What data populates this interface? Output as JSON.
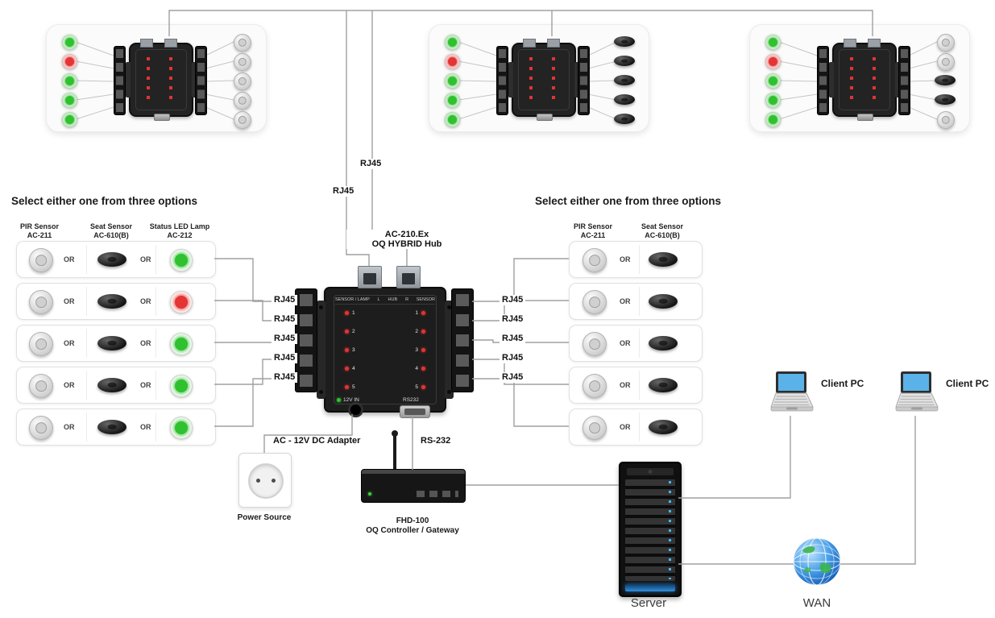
{
  "labels": {
    "rj45": "RJ45",
    "or": "OR"
  },
  "status_colors": {
    "green": "#2fc12f",
    "red": "#e43434"
  },
  "top_clusters": [
    {
      "leds": [
        "#2fc12f",
        "#e43434",
        "#2fc12f",
        "#2fc12f",
        "#2fc12f"
      ],
      "sensors": [
        "pir-dome",
        "pir-dome",
        "pir-dome",
        "pir-dome",
        "pir-dome"
      ]
    },
    {
      "leds": [
        "#2fc12f",
        "#e43434",
        "#2fc12f",
        "#2fc12f",
        "#2fc12f"
      ],
      "sensors": [
        "seat-oval",
        "seat-oval",
        "seat-oval",
        "seat-oval",
        "seat-oval"
      ]
    },
    {
      "leds": [
        "#2fc12f",
        "#e43434",
        "#2fc12f",
        "#2fc12f",
        "#2fc12f"
      ],
      "sensors": [
        "pir-dome",
        "pir-dome",
        "seat-oval",
        "seat-oval",
        "pir-dome"
      ]
    }
  ],
  "hub": {
    "model": "AC-210.Ex",
    "name": "OQ HYBRID Hub",
    "panel": {
      "header_left": "SENSOR / LAMP",
      "header_l": "L",
      "header_hub": "HUB",
      "header_r": "R",
      "header_right": "SENSOR",
      "port_numbers": [
        "1",
        "2",
        "3",
        "4",
        "5"
      ],
      "power_label": "12V IN",
      "serial_label": "RS232"
    }
  },
  "left_panel": {
    "title": "Select either one from three options",
    "columns": [
      {
        "name": "PIR Sensor",
        "model": "AC-211"
      },
      {
        "name": "Seat Sensor",
        "model": "AC-610(B)"
      },
      {
        "name": "Status LED Lamp",
        "model": "AC-212"
      }
    ],
    "row_leds": [
      "#2fc12f",
      "#e43434",
      "#2fc12f",
      "#2fc12f",
      "#2fc12f"
    ]
  },
  "right_panel": {
    "title": "Select either one from three options",
    "columns": [
      {
        "name": "PIR Sensor",
        "model": "AC-211"
      },
      {
        "name": "Seat Sensor",
        "model": "AC-610(B)"
      }
    ]
  },
  "bottom": {
    "adapter_label": "AC - 12V DC Adapter",
    "power_source_label": "Power Source",
    "rs232_label": "RS-232",
    "gateway_model": "FHD-100",
    "gateway_name": "OQ Controller / Gateway",
    "server_label": "Server",
    "wan_label": "WAN",
    "client_pc1_label": "Client PC",
    "client_pc2_label": "Client PC"
  }
}
